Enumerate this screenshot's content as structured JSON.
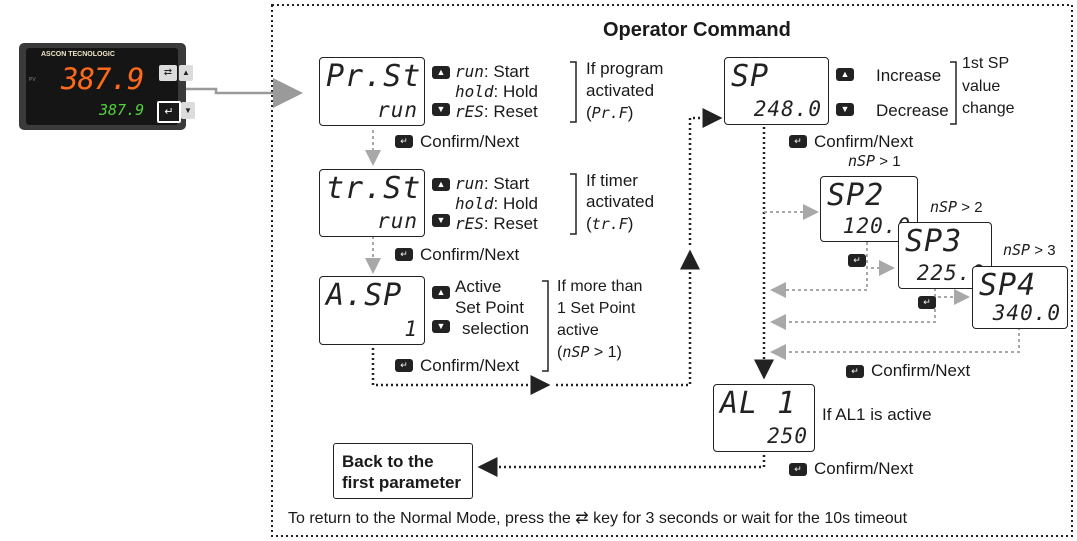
{
  "title": "Operator Command",
  "device": {
    "brand": "ASCON TECNOLOGIC",
    "pv": "387.9",
    "sv": "387.9",
    "badge": "PV"
  },
  "confirm": "Confirm/Next",
  "prst": {
    "top": "Pr.St",
    "bot": "run",
    "opts": [
      {
        "code": "run",
        "label": ": Start"
      },
      {
        "code": "hold",
        "label": ": Hold"
      },
      {
        "code": "rES",
        "label": ": Reset"
      }
    ],
    "note1": "If program",
    "note2": "activated",
    "note3a": "(",
    "note3b": "Pr.F",
    "note3c": ")"
  },
  "trst": {
    "top": "tr.St",
    "bot": "run",
    "opts": [
      {
        "code": "run",
        "label": ": Start"
      },
      {
        "code": "hold",
        "label": ": Hold"
      },
      {
        "code": "rES",
        "label": ": Reset"
      }
    ],
    "note1": "If timer",
    "note2": "activated",
    "note3a": "(",
    "note3b": "tr.F",
    "note3c": ")"
  },
  "asp": {
    "top": "A.SP",
    "bot": "1",
    "opts": [
      "Active",
      "Set Point",
      "selection"
    ],
    "note1": "If more than",
    "note2": "1 Set Point",
    "note3": "active",
    "note4a": "(",
    "note4b": "nSP",
    "note4c": " > 1)"
  },
  "sp": {
    "top": "SP",
    "bot": "248.0",
    "increase": "Increase",
    "decrease": "Decrease",
    "note1": "1st SP",
    "note2": "value",
    "note3": "change"
  },
  "sp2": {
    "top": "SP2",
    "bot": "120.0",
    "cond_code": "nSP",
    "cond_rest": " > 1"
  },
  "sp3": {
    "top": "SP3",
    "bot": "225.0",
    "cond_code": "nSP",
    "cond_rest": " > 2"
  },
  "sp4": {
    "top": "SP4",
    "bot": "340.0",
    "cond_code": "nSP",
    "cond_rest": " > 3"
  },
  "al1": {
    "top": "AL 1",
    "bot": "250",
    "note": "If AL1 is active"
  },
  "back": {
    "line1": "Back to the",
    "line2": "first parameter"
  },
  "footer": "To return to the Normal Mode, press the ⇄ key for 3 seconds or wait for the 10s timeout",
  "colors": {
    "pv": "#ff6a1a",
    "sv": "#4fd23a",
    "arrow_gray": "#a8a8a8",
    "dotted": "#222222"
  }
}
